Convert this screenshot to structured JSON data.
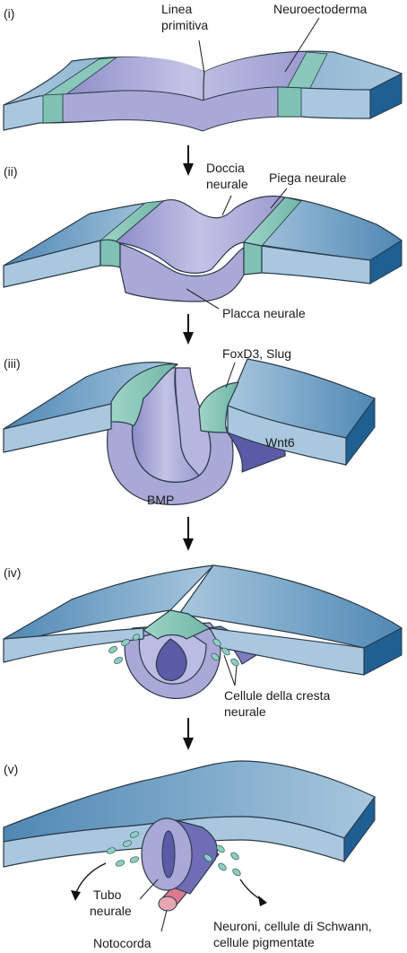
{
  "stages": [
    {
      "label": "(i)"
    },
    {
      "label": "(ii)"
    },
    {
      "label": "(iii)"
    },
    {
      "label": "(iv)"
    },
    {
      "label": "(v)"
    }
  ],
  "labels": {
    "linea_primitiva": [
      "Linea",
      "primitiva"
    ],
    "neuroectoderma": "Neuroectoderma",
    "doccia_neurale": [
      "Doccia",
      "neurale"
    ],
    "piega_neurale": "Piega neurale",
    "placca_neurale": "Placca neurale",
    "foxd3_slug": "FoxD3, Slug",
    "wnt6": "Wnt6",
    "bmp": "BMP",
    "cellule_cresta": [
      "Cellule della cresta",
      "neurale"
    ],
    "tubo_neurale": [
      "Tubo",
      "neurale"
    ],
    "notocorda": "Notocorda",
    "derivati": [
      "Neuroni, cellule di Schwann,",
      "cellule pigmentate"
    ]
  },
  "colors": {
    "ectoderm_top": "#8fb6d3",
    "ectoderm_side": "#a9c8df",
    "ectoderm_dark": "#1f5f92",
    "neural_plate": "#a9a8d6",
    "neural_plate_dark": "#7d7cbd",
    "neural_crest": "#7fc2b4",
    "neural_lumen": "#5b5aa6",
    "notochord": "#d97b8c",
    "crest_cells": "#8ccfc0"
  }
}
